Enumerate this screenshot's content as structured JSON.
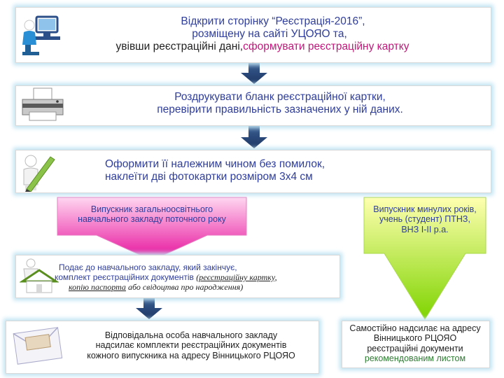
{
  "step1": {
    "line1": "Відкрити сторінку “Реєстрація-2016”,",
    "line2": "розміщену на сайті УЦОЯО та,",
    "line3a": "увівши реєстраційні дані,",
    "line3b": "сформувати реєстраційну картку"
  },
  "step2": {
    "line1": "Роздрукувати бланк реєстраційної картки,",
    "line2": "перевірити правильність зазначених у ній даних."
  },
  "step3": {
    "line1": "Оформити її належним чином без помилок,",
    "line2": "наклеїти дві фотокартки розміром 3х4 см"
  },
  "branch_left": {
    "line1": "Випускник загальноосвітнього",
    "line2": "навчального закладу поточного року"
  },
  "branch_right": {
    "line1": "Випускник минулих років,",
    "line2": "учень (студент) ПТНЗ,",
    "line3": "ВНЗ І-ІІ р.а."
  },
  "step4": {
    "line1": "Подає до навчального закладу,  який закінчує,",
    "line2a": "комплект реєстраційних документів ",
    "line2b": "(реєстраційну картку,",
    "line3a": "копію паспорта",
    "line3b": " або свідоцтва про народження)"
  },
  "result_left": {
    "line1": "Відповідальна особа навчального закладу",
    "line2": "надсилає комплекти реєстраційних документів",
    "line3": "кожного випускника на адресу  Вінницького РЦОЯО"
  },
  "result_right": {
    "line1": "Самостійно надсилає на адресу",
    "line2": "Вінницького РЦОЯО",
    "line3": "реєстраційні документи",
    "line4": "рекомендованим листом"
  },
  "colors": {
    "blue_text": "#2e3d9c",
    "magenta_text": "#c0187a",
    "dark_text": "#1f1f1f",
    "arrow_blue": "#1f3e6e",
    "pink_arrow_top": "#ffd6f0",
    "pink_arrow_bottom": "#e60f9b",
    "green_arrow_top": "#ffffb0",
    "green_arrow_bottom": "#7fd400",
    "box_glow": "#bfe3f2"
  },
  "icons": [
    "computer-user-icon",
    "printer-icon",
    "pencil-figure-icon",
    "house-figure-icon",
    "envelope-icon"
  ]
}
